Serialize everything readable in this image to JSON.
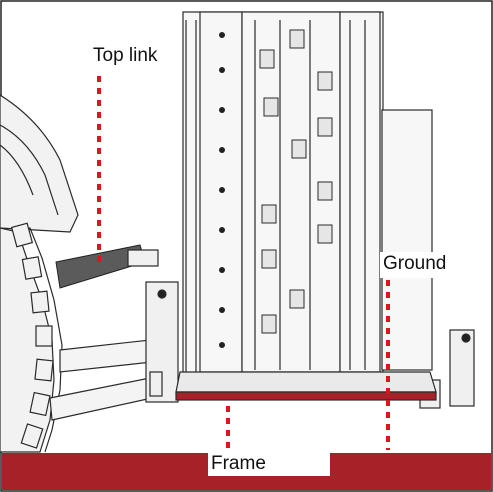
{
  "labels": {
    "top_link": "Top link",
    "ground": "Ground",
    "frame": "Frame"
  },
  "colors": {
    "accent_red": "#a62228",
    "dotted_red": "#e0141e",
    "top_link_bar": "#5b5b5b",
    "line_art": "#2a2a2a"
  }
}
